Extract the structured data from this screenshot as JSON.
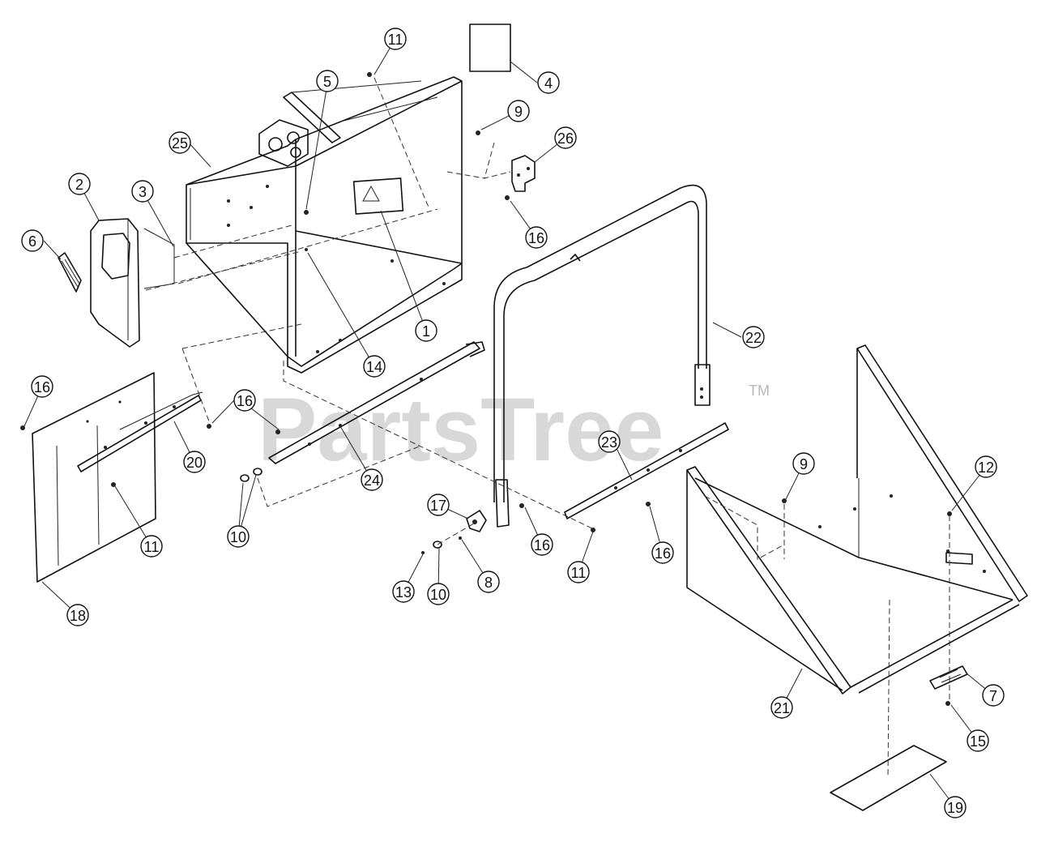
{
  "watermark": {
    "text": "PartsTree",
    "trademark": "TM"
  },
  "callouts": [
    {
      "label": "1"
    },
    {
      "label": "2"
    },
    {
      "label": "3"
    },
    {
      "label": "4"
    },
    {
      "label": "5"
    },
    {
      "label": "6"
    },
    {
      "label": "7"
    },
    {
      "label": "8"
    },
    {
      "label": "9"
    },
    {
      "label": "9"
    },
    {
      "label": "10"
    },
    {
      "label": "10"
    },
    {
      "label": "11"
    },
    {
      "label": "11"
    },
    {
      "label": "11"
    },
    {
      "label": "12"
    },
    {
      "label": "13"
    },
    {
      "label": "14"
    },
    {
      "label": "15"
    },
    {
      "label": "16"
    },
    {
      "label": "16"
    },
    {
      "label": "16"
    },
    {
      "label": "16"
    },
    {
      "label": "16"
    },
    {
      "label": "17"
    },
    {
      "label": "18"
    },
    {
      "label": "19"
    },
    {
      "label": "20"
    },
    {
      "label": "21"
    },
    {
      "label": "22"
    },
    {
      "label": "23"
    },
    {
      "label": "24"
    },
    {
      "label": "25"
    },
    {
      "label": "26"
    }
  ]
}
